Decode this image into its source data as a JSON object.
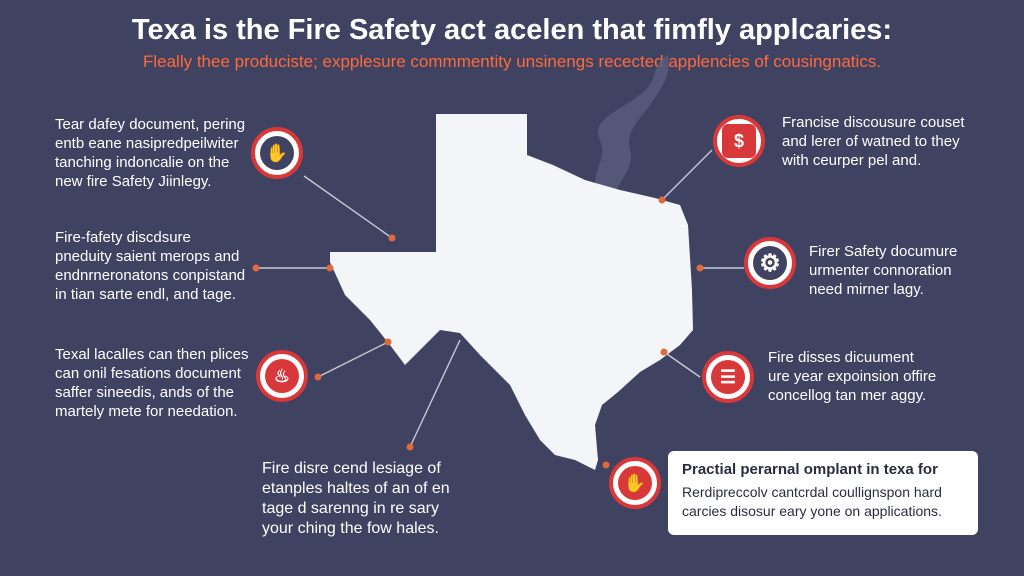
{
  "header": {
    "title": "Texa is the Fire Safety act acelen that fimfly applcaries:",
    "subtitle": "Fleally thee produciste; expplesure commmentity unsinengs recected applencies of cousingnatics."
  },
  "left_blocks": [
    {
      "lines": [
        "Tear dafey document, pering",
        "entb eane nasipredpeilwiter",
        "tanching indoncalie on the",
        "new fire Safety Jiinlegy."
      ]
    },
    {
      "lines": [
        "Fire-fafety discdsure",
        "pneduity saient merops and",
        "endnrneronatons conpistand",
        "in tian sarte endl, and tage."
      ]
    },
    {
      "lines": [
        "Texal lacalles can then plices",
        "can onil fesations document",
        "saffer sineedis, ands of the",
        "martely mete for needation."
      ]
    }
  ],
  "bottom_block": {
    "lines": [
      "Fire disre cend lesiage of",
      "etanples haltes of an of en",
      "tage d sarenng in re sary",
      "your ching the fow hales."
    ]
  },
  "right_blocks": [
    {
      "lines": [
        "Francise discousure couset",
        "and lerer of watned to they",
        "with ceurper pel and."
      ]
    },
    {
      "lines": [
        "Firer Safety documure",
        "urmenter connoration",
        "need mirner lagy."
      ]
    },
    {
      "lines": [
        "Fire disses dicuument",
        "ure year expoinsion offire",
        "concellog tan mer aggy."
      ]
    }
  ],
  "callout": {
    "title": "Practial perarnal omplant in texa for",
    "lines": [
      "Rerdipreccolv cantcrdal coullignspon hard",
      "carcies disosur eary yone on applications."
    ]
  },
  "icons": [
    {
      "name": "hand-flame-icon",
      "glyph": "✋"
    },
    {
      "name": "fire-icon",
      "glyph": "♨"
    },
    {
      "name": "document-case-icon",
      "glyph": "$"
    },
    {
      "name": "gear-icon",
      "glyph": "⚙"
    },
    {
      "name": "no-symbol-icon",
      "glyph": "☰"
    },
    {
      "name": "hand-fire-icon",
      "glyph": "✋"
    }
  ],
  "colors": {
    "background": "#3f4260",
    "accent": "#ff6a3d",
    "icon_ring": "#d9383a",
    "map": "#f4f5f8",
    "connector": "#e06a3a"
  }
}
